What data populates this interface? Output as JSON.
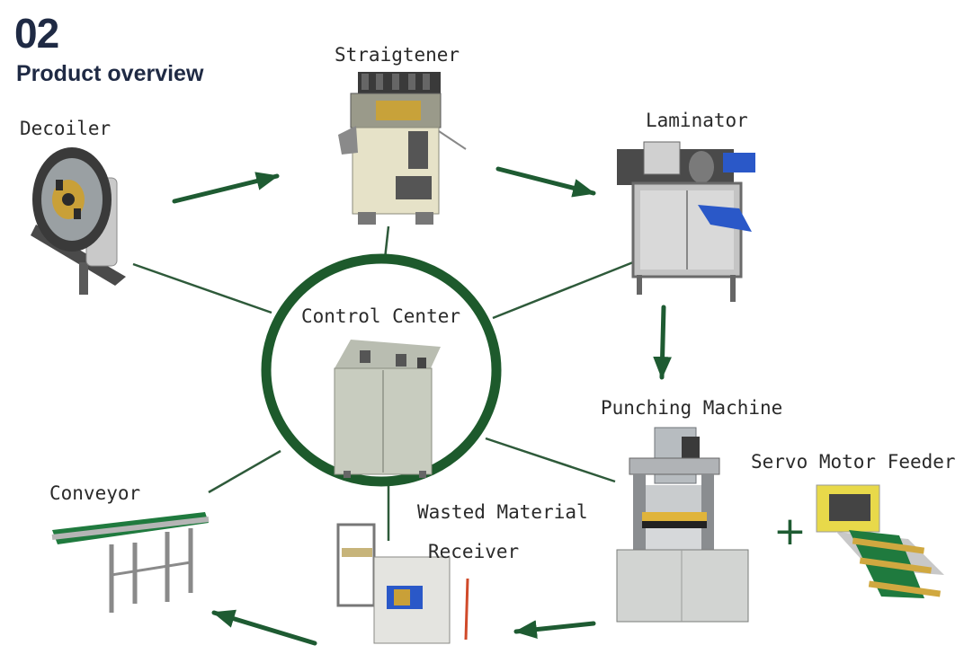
{
  "header": {
    "number": "02",
    "subtitle": "Product overview"
  },
  "nodes": {
    "decoiler": "Decoiler",
    "straightener": "Straigtener",
    "laminator": "Laminator",
    "control_center": "Control Center",
    "punching_machine": "Punching Machine",
    "servo_motor_feeder": "Servo Motor Feeder",
    "wasted_material": "Wasted Material",
    "receiver": "Receiver",
    "conveyor": "Conveyor"
  },
  "symbols": {
    "plus": "+"
  },
  "colors": {
    "arrow": "#1e5b32",
    "hub_ring": "#1d5a2c",
    "spoke": "#2e5a3a",
    "heading": "#1f2a44",
    "machine_body": "#d8d8cf",
    "accent_blue": "#2a58c8",
    "accent_green": "#1f7a3e",
    "accent_yellow": "#e8d94a"
  }
}
